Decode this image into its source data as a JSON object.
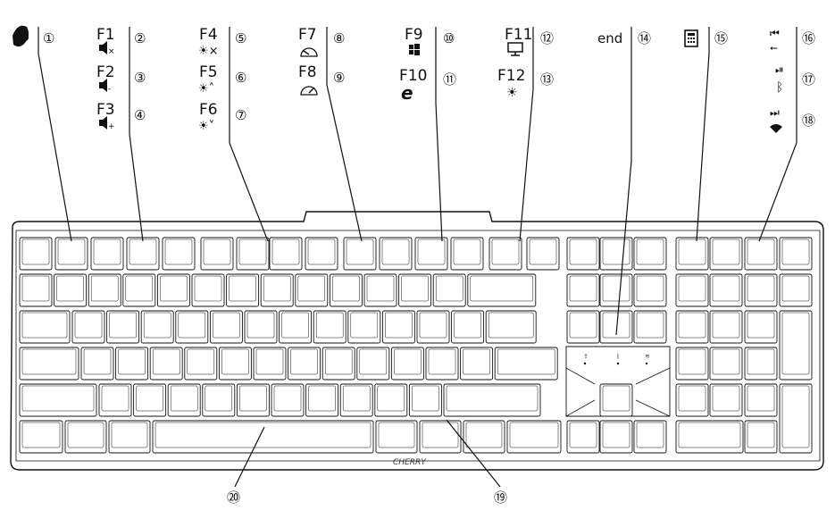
{
  "callouts": [
    {
      "n": "①",
      "icon": "cherry-logo-icon",
      "label": ""
    },
    {
      "n": "②",
      "icon": "mute-icon",
      "label": "F1"
    },
    {
      "n": "③",
      "icon": "volume-down-icon",
      "label": "F2"
    },
    {
      "n": "④",
      "icon": "volume-up-icon",
      "label": "F3"
    },
    {
      "n": "⑤",
      "icon": "brightness-off-icon",
      "label": "F4"
    },
    {
      "n": "⑥",
      "icon": "brightness-up-icon",
      "label": "F5"
    },
    {
      "n": "⑦",
      "icon": "brightness-down-icon",
      "label": "F6"
    },
    {
      "n": "⑧",
      "icon": "speed-low-icon",
      "label": "F7"
    },
    {
      "n": "⑨",
      "icon": "speed-high-icon",
      "label": "F8"
    },
    {
      "n": "⑩",
      "icon": "windows-icon",
      "label": "F9"
    },
    {
      "n": "⑪",
      "icon": "browser-icon",
      "label": "F10"
    },
    {
      "n": "⑫",
      "icon": "monitor-icon",
      "label": "F11"
    },
    {
      "n": "⑬",
      "icon": "brightness-icon",
      "label": "F12"
    },
    {
      "n": "⑭",
      "icon": "",
      "label": "end"
    },
    {
      "n": "⑮",
      "icon": "calculator-icon",
      "label": ""
    },
    {
      "n": "⑯",
      "icon": "usb-icon",
      "label": ""
    },
    {
      "n": "⑰",
      "icon": "bluetooth-icon",
      "label": ""
    },
    {
      "n": "⑱",
      "icon": "wireless-icon",
      "label": ""
    },
    {
      "n": "⑲",
      "icon": "",
      "label": ""
    },
    {
      "n": "⑳",
      "icon": "",
      "label": ""
    }
  ],
  "brand": "CHERRY"
}
